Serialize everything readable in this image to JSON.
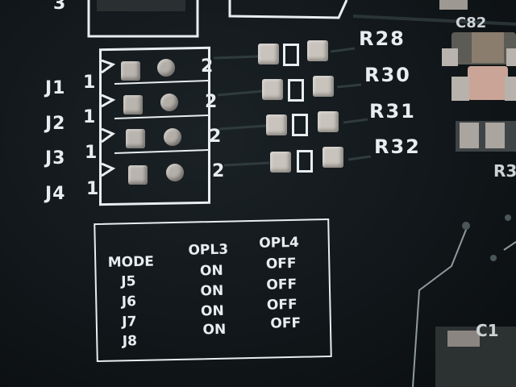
{
  "jumpers": [
    {
      "ref": "J1",
      "pin1": "1",
      "pin2": "2"
    },
    {
      "ref": "J2",
      "pin1": "1",
      "pin2": "2"
    },
    {
      "ref": "J3",
      "pin1": "1",
      "pin2": "2"
    },
    {
      "ref": "J4",
      "pin1": "1",
      "pin2": "2"
    }
  ],
  "resistors": [
    "R28",
    "R30",
    "R31",
    "R32"
  ],
  "top_left_partial": "3",
  "right_partial_labels": {
    "c82": "C82",
    "r3": "R3",
    "c1": "C1"
  },
  "mode_table": {
    "headers": [
      "MODE",
      "OPL3",
      "OPL4"
    ],
    "rows": [
      [
        "J5",
        "ON",
        "OFF"
      ],
      [
        "J6",
        "ON",
        "OFF"
      ],
      [
        "J7",
        "ON",
        "OFF"
      ],
      [
        "J8",
        "ON",
        "OFF"
      ]
    ]
  },
  "colors": {
    "silkscreen": "#e8eef0",
    "board": "#11171a",
    "pad": "#b9b4ae"
  }
}
